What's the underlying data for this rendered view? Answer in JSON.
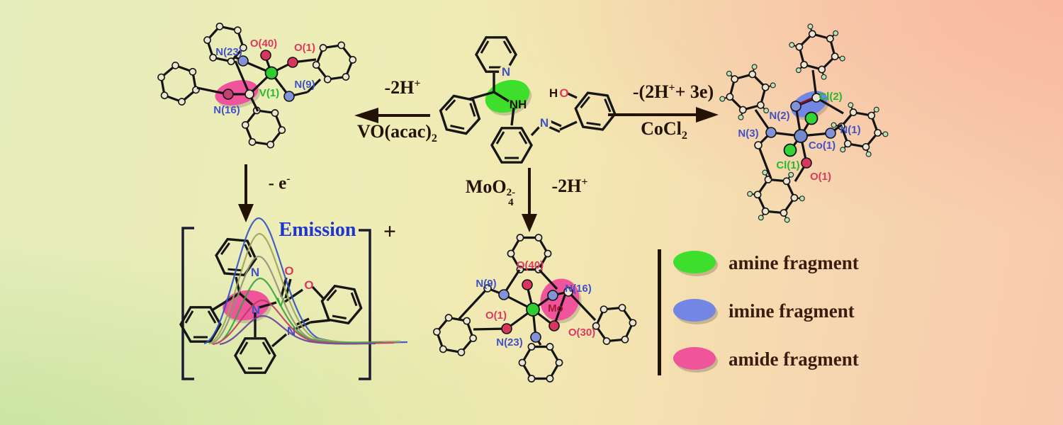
{
  "arrows": {
    "to_vanadium": {
      "top_base": "-2H",
      "top_sup": "+",
      "bottom_base": "VO(acac)",
      "bottom_sub": "2"
    },
    "to_cobalt": {
      "top_base": "-(2H",
      "top_sup": "+",
      "top_rest": "+ 3e)",
      "bottom_base": "CoCl",
      "bottom_sub": "2"
    },
    "to_emission": {
      "base": "- e",
      "sup": "-"
    },
    "to_molybdenum": {
      "left_base": "MoO",
      "left_sub": "4",
      "left_sup": "2-",
      "right_base": "-2H",
      "right_sup": "+"
    }
  },
  "emission": {
    "title": "Emission",
    "charge": "+"
  },
  "vanadium_complex": {
    "o40": "O(40)",
    "o1": "O(1)",
    "n23": "N(23)",
    "n9": "N(9)",
    "n16": "N(16)",
    "v1": "V(1)"
  },
  "ligand": {
    "pyridine_n": "N",
    "amine_nh": "NH",
    "hydroxyl_h": "H",
    "hydroxyl_o": "O",
    "imine_n": "N"
  },
  "cobalt_complex": {
    "n1": "N(1)",
    "n2": "N(2)",
    "n3": "N(3)",
    "co1": "Co(1)",
    "cl1": "Cl(1)",
    "cl2": "Cl(2)",
    "o1": "O(1)"
  },
  "molybdenum_complex": {
    "o40": "O(40)",
    "o1": "O(1)",
    "o30": "O(30)",
    "n9": "N(9)",
    "n16": "N(16)",
    "n23": "N(23)",
    "mo": "Mo"
  },
  "emission_complex": {
    "pyridine_n": "N",
    "amide_n": "N",
    "v": "V",
    "oxo_o": "O",
    "phenolate_o": "O",
    "imine_n": "N"
  },
  "legend": {
    "items": [
      {
        "label": "amine fragment",
        "color": "#3ede2c"
      },
      {
        "label": "imine fragment",
        "color": "#7486e4"
      },
      {
        "label": "amide fragment",
        "color": "#f0559c"
      }
    ]
  },
  "colors": {
    "amine_highlight": "#3ede2c",
    "imine_highlight": "#7486e4",
    "amide_highlight": "#f0559c",
    "nitrogen_label": "#4152c4",
    "oxygen_label": "#d93b5e",
    "metal_green_label": "#28b828",
    "emission_blue": "#1e35cf"
  }
}
